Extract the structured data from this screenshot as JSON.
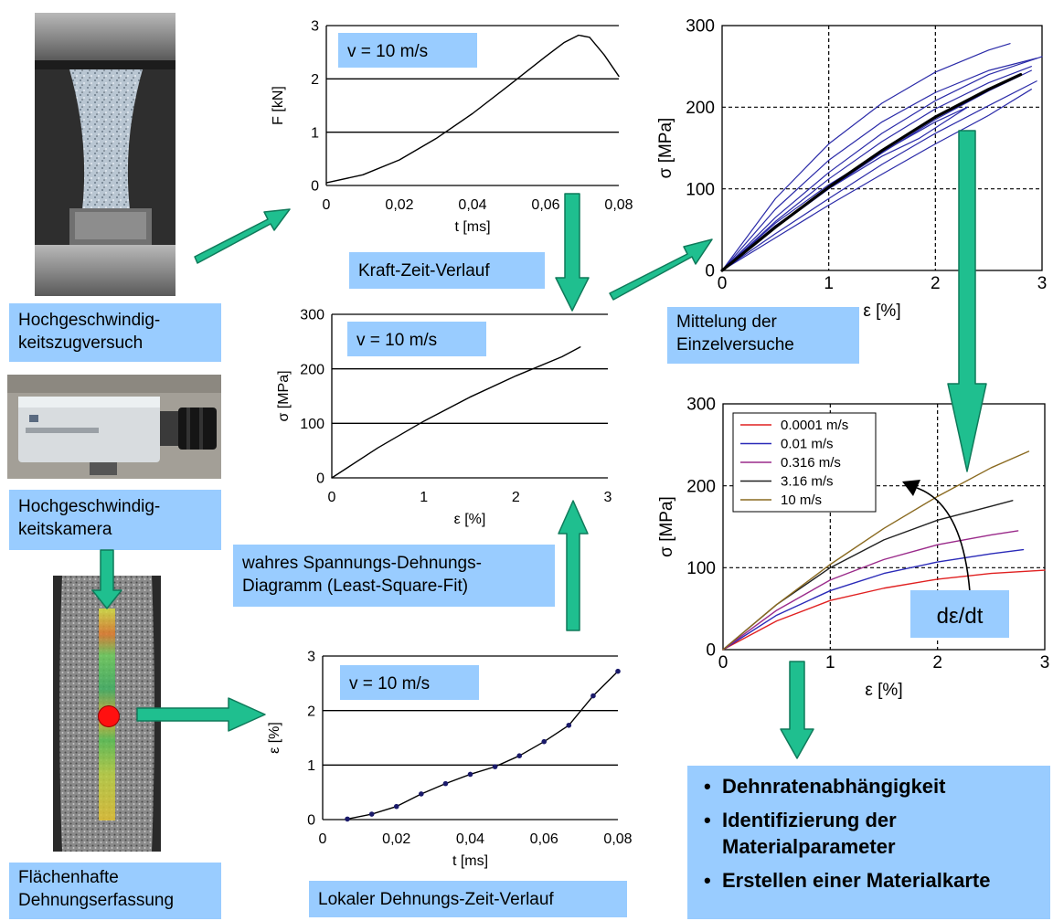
{
  "labels": {
    "tensile_test": "Hochgeschwindig-keitszugversuch",
    "camera": "Hochgeschwindig-keitskamera",
    "surface_strain": "Flächenhafte Dehnungserfassung",
    "force_time": "Kraft-Zeit-Verlauf",
    "true_stress_strain": "wahres Spannungs-Dehnungs-Diagramm (Least-Square-Fit)",
    "averaging": "Mittelung der Einzelversuche",
    "local_strain_time": "Lokaler Dehnungs-Zeit-Verlauf"
  },
  "label_lines": {
    "tensile_test": [
      "Hochgeschwindig-",
      "keitszugversuch"
    ],
    "camera": [
      "Hochgeschwindig-",
      "keitskamera"
    ],
    "surface_strain": [
      "Flächenhafte",
      "Dehnungserfassung"
    ],
    "true_stress_strain": [
      "wahres Spannungs-Dehnungs-",
      "Diagramm (Least-Square-Fit)"
    ],
    "averaging": [
      "Mittelung der",
      "Einzelversuche"
    ]
  },
  "summary": {
    "items": [
      "Dehnratenabhängigkeit",
      "Identifizierung der Materialparameter",
      "Erstellen einer Materialkarte"
    ],
    "item_lines": [
      [
        "Dehnratenabhängigkeit"
      ],
      [
        "Identifizierung der",
        "Materialparameter"
      ],
      [
        "Erstellen einer Materialkarte"
      ]
    ]
  },
  "rate_annotation": "dε/dt",
  "colors": {
    "label_bg": "#99ccff",
    "arrow": "#1fbf8f",
    "arrow_stroke": "#0f7a5a",
    "curve_blue": "#2a2aa8"
  },
  "chart_data": [
    {
      "id": "force_time",
      "type": "line",
      "annotation": "v = 10 m/s",
      "xlabel": "t [ms]",
      "ylabel": "F [kN]",
      "xlim": [
        0,
        0.08
      ],
      "ylim": [
        0,
        3
      ],
      "xticks": [
        "0",
        "0,02",
        "0,04",
        "0,06",
        "0,08"
      ],
      "yticks": [
        "0",
        "1",
        "2",
        "3"
      ],
      "series": [
        {
          "x": [
            0,
            0.01,
            0.02,
            0.03,
            0.04,
            0.05,
            0.06,
            0.065,
            0.069,
            0.072,
            0.076,
            0.08
          ],
          "y": [
            0.05,
            0.2,
            0.48,
            0.88,
            1.35,
            1.88,
            2.42,
            2.68,
            2.82,
            2.78,
            2.45,
            2.05
          ]
        }
      ]
    },
    {
      "id": "true_stress_strain",
      "type": "line",
      "annotation": "v = 10 m/s",
      "xlabel": "ε [%]",
      "ylabel": "σ [MPa]",
      "xlim": [
        0,
        3
      ],
      "ylim": [
        0,
        300
      ],
      "xticks": [
        "0",
        "1",
        "2",
        "3"
      ],
      "yticks": [
        "0",
        "100",
        "200",
        "300"
      ],
      "series": [
        {
          "x": [
            0,
            0.5,
            1,
            1.5,
            2,
            2.5,
            2.7
          ],
          "y": [
            0,
            55,
            104,
            148,
            187,
            222,
            240
          ]
        }
      ]
    },
    {
      "id": "local_strain_time",
      "type": "line",
      "annotation": "v = 10 m/s",
      "xlabel": "t [ms]",
      "ylabel": "ε [%]",
      "xlim": [
        0,
        0.08
      ],
      "ylim": [
        0,
        3
      ],
      "xticks": [
        "0",
        "0,02",
        "0,04",
        "0,06",
        "0,08"
      ],
      "yticks": [
        "0",
        "1",
        "2",
        "3"
      ],
      "series": [
        {
          "x": [
            0.0067,
            0.0133,
            0.02,
            0.0267,
            0.0333,
            0.04,
            0.0467,
            0.0533,
            0.06,
            0.0667,
            0.0733,
            0.08
          ],
          "y": [
            0.01,
            0.1,
            0.24,
            0.47,
            0.66,
            0.83,
            0.97,
            1.17,
            1.43,
            1.73,
            2.27,
            2.72
          ]
        }
      ]
    },
    {
      "id": "averaging",
      "type": "line",
      "xlabel": "ε [%]",
      "ylabel": "σ [MPa]",
      "xlim": [
        0,
        3
      ],
      "ylim": [
        0,
        300
      ],
      "xticks": [
        "0",
        "1",
        "2",
        "3"
      ],
      "yticks": [
        "0",
        "100",
        "200",
        "300"
      ],
      "grid": "dashed",
      "series": [
        {
          "x": [
            0,
            0.5,
            1,
            1.5,
            2,
            2.5,
            2.7
          ],
          "y": [
            0,
            88,
            155,
            205,
            243,
            270,
            278
          ]
        },
        {
          "x": [
            0,
            0.5,
            1,
            1.5,
            2,
            2.5,
            2.95
          ],
          "y": [
            0,
            75,
            135,
            182,
            218,
            245,
            260
          ]
        },
        {
          "x": [
            0,
            0.5,
            1,
            1.5,
            2,
            2.5,
            3
          ],
          "y": [
            0,
            65,
            120,
            168,
            208,
            240,
            262
          ]
        },
        {
          "x": [
            0,
            0.5,
            1,
            1.5,
            2,
            2.5,
            2.9
          ],
          "y": [
            0,
            60,
            112,
            158,
            198,
            230,
            250
          ]
        },
        {
          "x": [
            0,
            0.5,
            1,
            1.5,
            2,
            2.5,
            2.9
          ],
          "y": [
            0,
            52,
            100,
            144,
            185,
            220,
            245
          ]
        },
        {
          "x": [
            0,
            0.5,
            1,
            1.5,
            2,
            2.5,
            2.95
          ],
          "y": [
            0,
            45,
            88,
            130,
            168,
            202,
            232
          ]
        },
        {
          "x": [
            0,
            0.5,
            1,
            1.5,
            2,
            2.3
          ],
          "y": [
            0,
            58,
            105,
            145,
            182,
            200
          ]
        },
        {
          "x": [
            0,
            0.5,
            1,
            1.5,
            2,
            2.5,
            2.9
          ],
          "y": [
            0,
            40,
            80,
            118,
            155,
            190,
            222
          ]
        },
        {
          "x": [
            0,
            0.5,
            1,
            1.5,
            1.85,
            2.3
          ],
          "y": [
            0,
            55,
            100,
            140,
            162,
            200
          ]
        },
        {
          "x": [
            0,
            0.5,
            1,
            1.5,
            2,
            2.5,
            2.8
          ],
          "y": [
            0,
            53,
            102,
            147,
            188,
            222,
            240
          ],
          "emphasis": true
        }
      ]
    },
    {
      "id": "rate_dependence",
      "type": "line",
      "xlabel": "ε [%]",
      "ylabel": "σ [MPa]",
      "xlim": [
        0,
        3
      ],
      "ylim": [
        0,
        300
      ],
      "xticks": [
        "0",
        "1",
        "2",
        "3"
      ],
      "yticks": [
        "0",
        "100",
        "200",
        "300"
      ],
      "grid": "dashed",
      "legend": "top-left",
      "series": [
        {
          "name": "0.0001 m/s",
          "color": "#e02020",
          "x": [
            0,
            0.5,
            1,
            1.5,
            2,
            2.5,
            3
          ],
          "y": [
            0,
            35,
            60,
            75,
            86,
            93,
            97
          ]
        },
        {
          "name": "0.01 m/s",
          "color": "#2a2ab8",
          "x": [
            0,
            0.5,
            1,
            1.5,
            2,
            2.5,
            2.8
          ],
          "y": [
            0,
            42,
            72,
            93,
            107,
            117,
            122
          ]
        },
        {
          "name": "0.316 m/s",
          "color": "#9a2a8a",
          "x": [
            0,
            0.5,
            1,
            1.5,
            2,
            2.5,
            2.75
          ],
          "y": [
            0,
            48,
            85,
            110,
            128,
            140,
            145
          ]
        },
        {
          "name": "3.16 m/s",
          "color": "#202020",
          "x": [
            0,
            0.5,
            1,
            1.5,
            2,
            2.5,
            2.7
          ],
          "y": [
            0,
            55,
            100,
            134,
            158,
            175,
            182
          ]
        },
        {
          "name": "10 m/s",
          "color": "#8a6a20",
          "x": [
            0,
            0.5,
            1,
            1.5,
            2,
            2.5,
            2.85
          ],
          "y": [
            0,
            55,
            104,
            148,
            187,
            222,
            242
          ]
        }
      ]
    }
  ]
}
